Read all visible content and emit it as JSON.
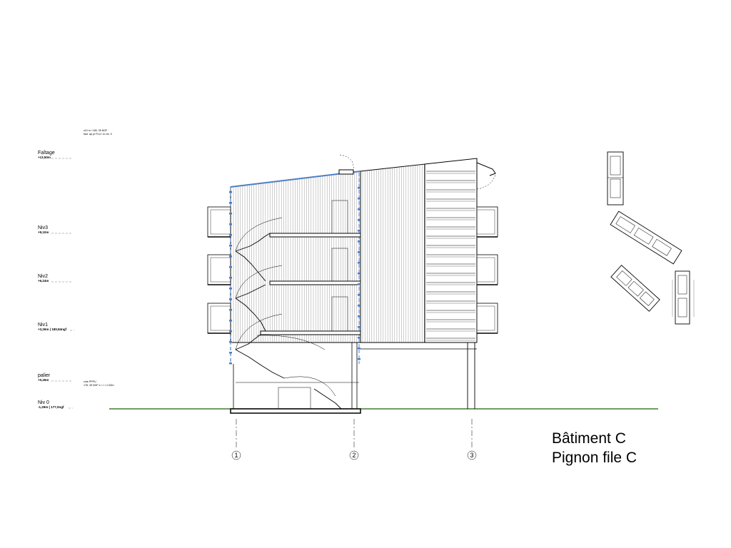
{
  "title": {
    "line1": "Bâtiment C",
    "line2": "Pignon file C"
  },
  "levels": [
    {
      "name": "Faîtage",
      "elevation": "+13,50m"
    },
    {
      "name": "Niv3",
      "elevation": "+9,10m"
    },
    {
      "name": "Niv2",
      "elevation": "+6,24m"
    },
    {
      "name": "Niv1",
      "elevation": "+3,26m ( 180,84ngf"
    },
    {
      "name": "palier",
      "elevation": "+0,26m"
    },
    {
      "name": "Niv 0",
      "elevation": "-1,29m ( 177,0ngf"
    }
  ],
  "notes": {
    "top_line1": "c10 m / 180, 35 NGF",
    "top_line2": "faut. ap pr PLU l m  cm. 0",
    "mid_line1": "cote PPPU",
    "mid_line2": "178, 35 NGF e = l = 0,30m"
  },
  "axes": [
    "1",
    "2",
    "3"
  ],
  "colors": {
    "ground": "#3f7d2e",
    "roof_edge": "#4d7fc4",
    "lines": "#000000"
  }
}
